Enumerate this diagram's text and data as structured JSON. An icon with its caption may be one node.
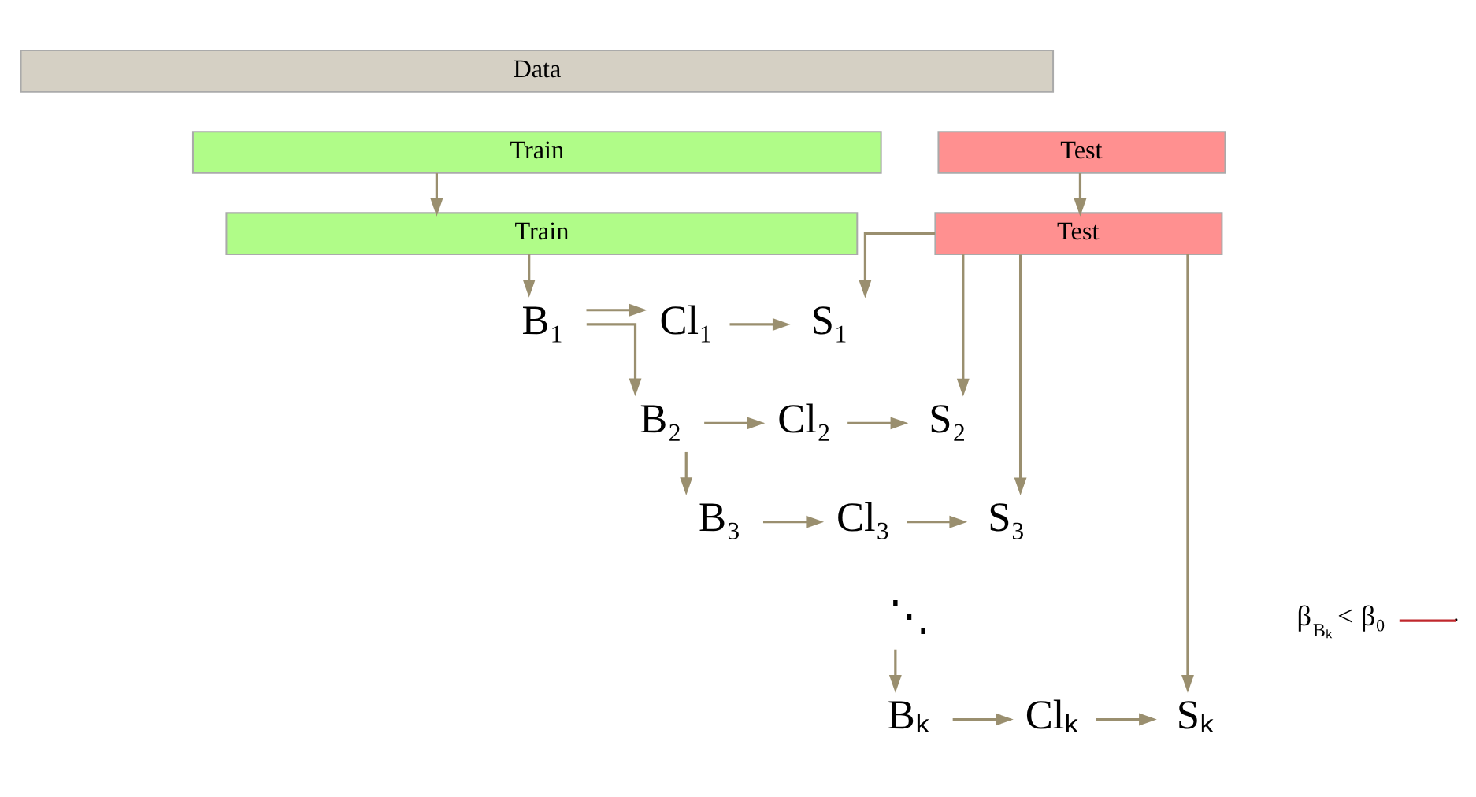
{
  "diagram": {
    "nodes": [
      {
        "text": [
          "Data"
        ]
      },
      {
        "text": [
          "Train"
        ]
      },
      {
        "text": [
          "Test"
        ]
      },
      {
        "text": [
          "Train"
        ]
      },
      {
        "text": [
          "Test"
        ]
      },
      {
        "text": [
          "B₁"
        ]
      },
      {
        "text": [
          "Cl₁"
        ]
      },
      {
        "text": [
          "S₁"
        ]
      },
      {
        "text": [
          "B₂"
        ]
      },
      {
        "text": [
          "Cl₂"
        ]
      },
      {
        "text": [
          "S₂"
        ]
      },
      {
        "text": [
          "B₃"
        ]
      },
      {
        "text": [
          "Cl₃"
        ]
      },
      {
        "text": [
          "S₃"
        ]
      },
      {
        "text": [
          "⋱"
        ]
      },
      {
        "text": [
          "Bₖ"
        ]
      },
      {
        "text": [
          "Clₖ"
        ]
      },
      {
        "text": [
          "Sₖ"
        ]
      },
      {
        "text": [
          "β$_{Bₖ}$ < β₀"
        ]
      }
    ],
    "edges": [
      {
        "from": 1,
        "to": 3,
        "arrow": "to"
      },
      {
        "from": 2,
        "to": 4,
        "arrow": "to"
      },
      {
        "from": 3,
        "to": 5,
        "arrow": "to"
      },
      {
        "from": 5,
        "to": 6,
        "arrow": "to"
      },
      {
        "from": 6,
        "to": 7,
        "arrow": "to"
      },
      {
        "from": 5,
        "to": 8,
        "arrow": "to"
      },
      {
        "from": 8,
        "to": 9,
        "arrow": "to"
      },
      {
        "from": 9,
        "to": 10,
        "arrow": "to"
      },
      {
        "from": 8,
        "to": 11,
        "arrow": "to"
      },
      {
        "from": 11,
        "to": 12,
        "arrow": "to"
      },
      {
        "from": 12,
        "to": 13,
        "arrow": "to"
      },
      {
        "from": 14,
        "to": 15,
        "arrow": "to"
      },
      {
        "from": 15,
        "to": 16,
        "arrow": "to"
      },
      {
        "from": 16,
        "to": 17,
        "arrow": "to"
      },
      {
        "from": 4,
        "to": 7,
        "arrow": "to"
      },
      {
        "from": 4,
        "to": 10,
        "arrow": "to"
      },
      {
        "from": 4,
        "to": 13,
        "arrow": "to"
      },
      {
        "from": 4,
        "to": 17,
        "arrow": "to"
      },
      {
        "from": 18,
        "to": null,
        "arrow": "none",
        "color": "#c0282d"
      }
    ]
  }
}
